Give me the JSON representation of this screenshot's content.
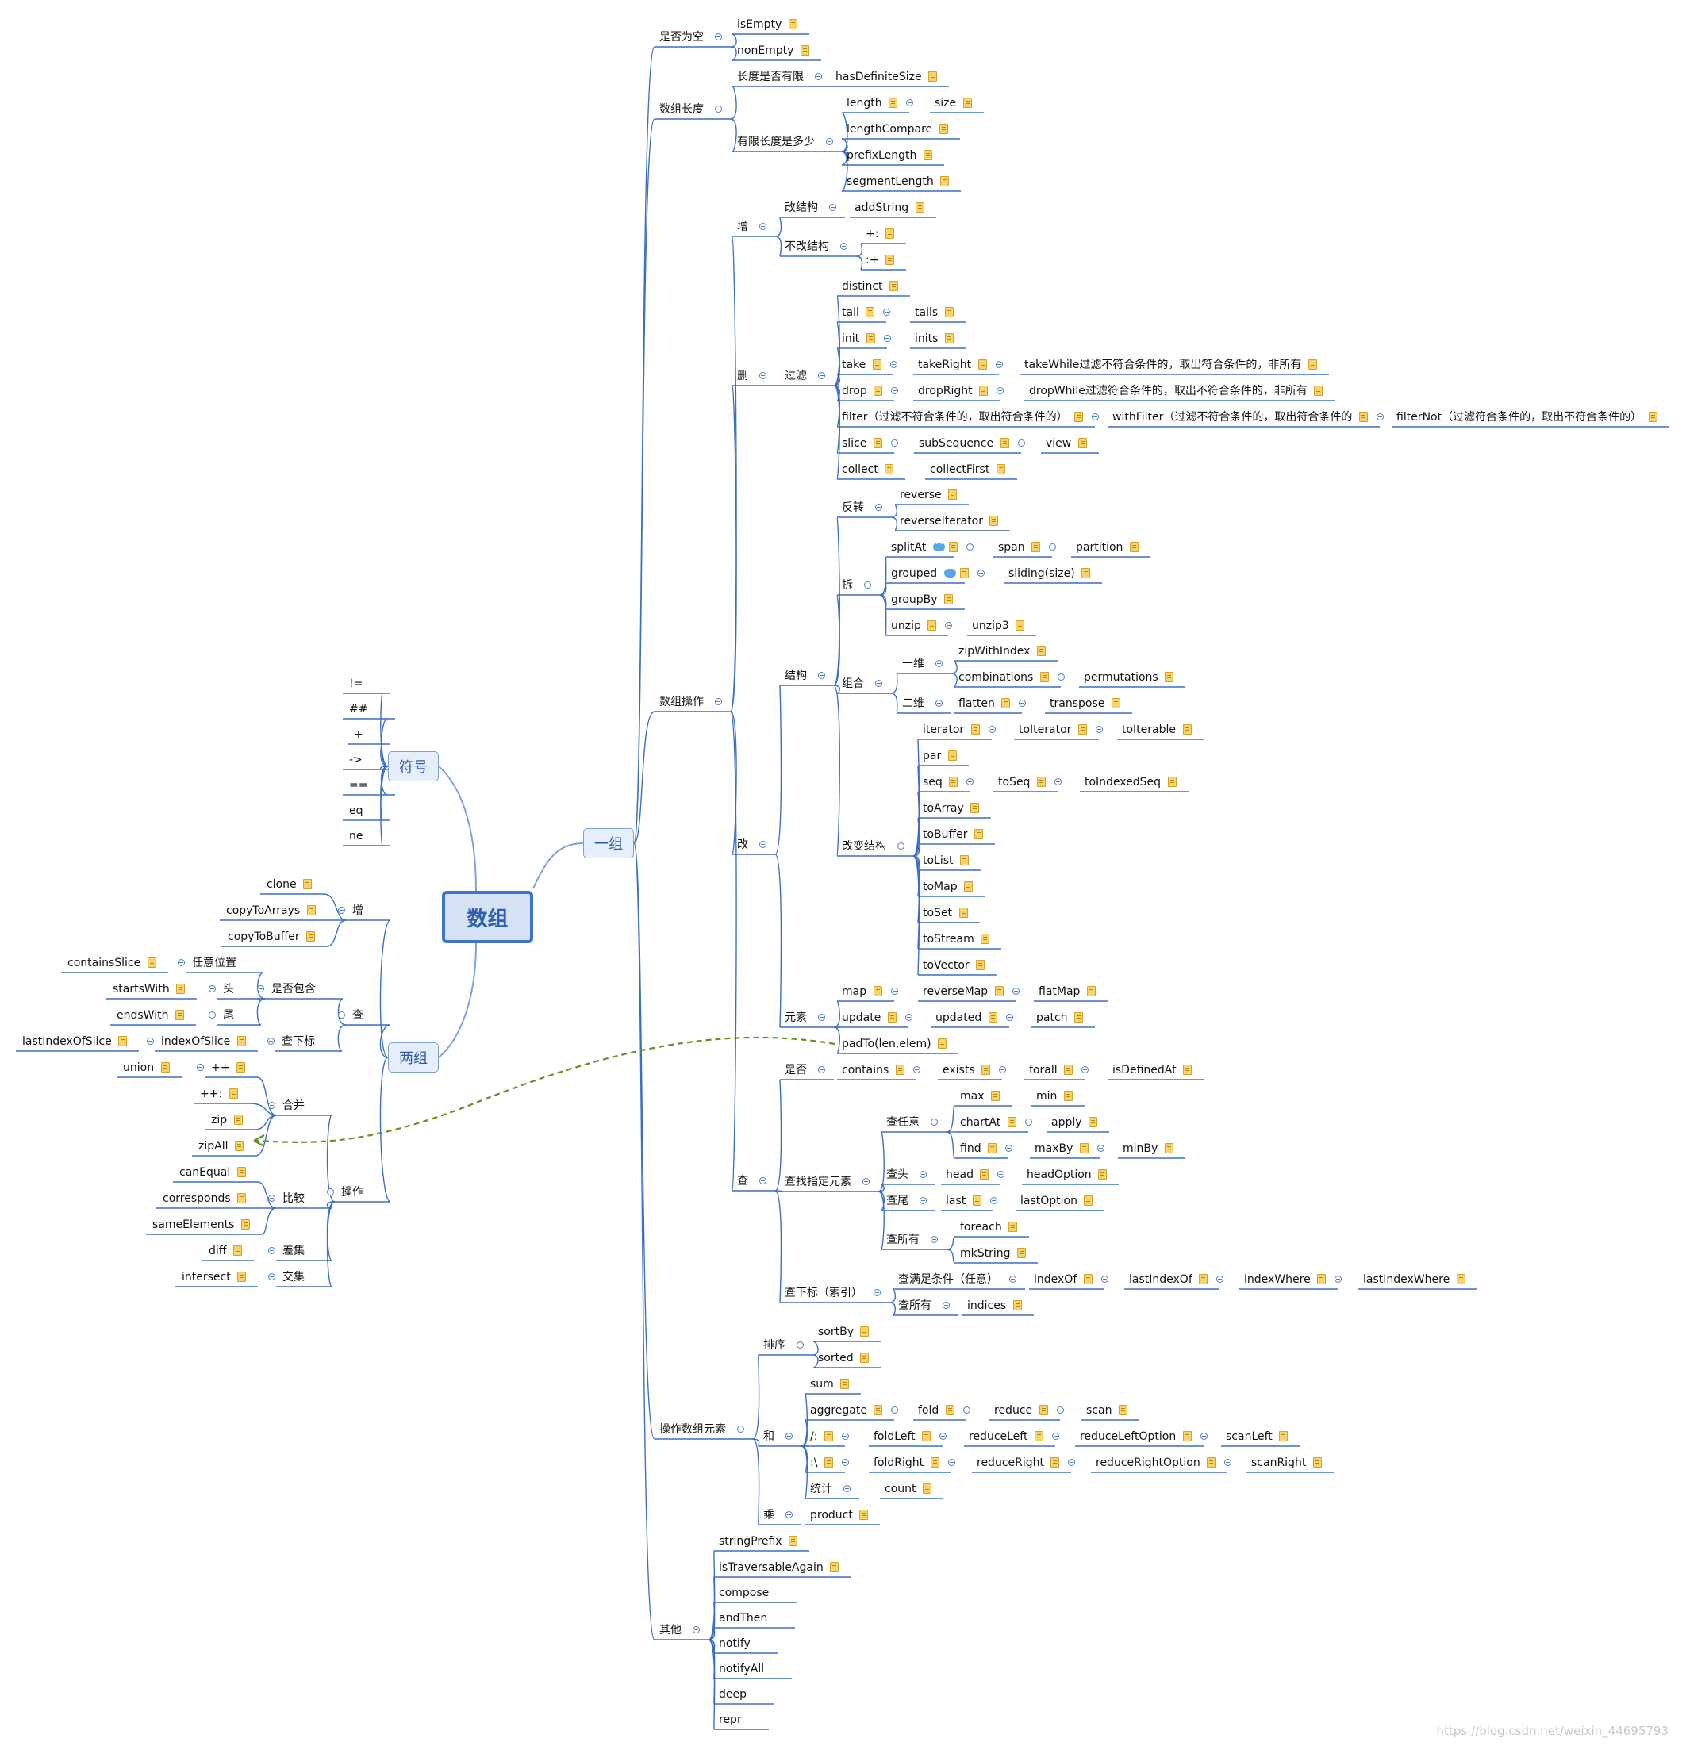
{
  "root": "数组",
  "group_one": "一组",
  "symbols": "符号",
  "group_two": "两组",
  "watermark": "https://blog.csdn.net/weixin_44695793",
  "n": {
    "isEmpty": "isEmpty",
    "nonEmpty": "nonEmpty",
    "isEmptyQ": "是否为空",
    "len": "数组长度",
    "lenFinite": "长度是否有限",
    "hasDefiniteSize": "hasDefiniteSize",
    "finiteLen": "有限长度是多少",
    "length": "length",
    "size": "size",
    "lengthCompare": "lengthCompare",
    "prefixLength": "prefixLength",
    "segmentLength": "segmentLength",
    "ops": "数组操作",
    "add": "增",
    "chgStruct": "改结构",
    "addString": "addString",
    "noChgStruct": "不改结构",
    "prepend": "+:",
    "append": ":+",
    "del": "删",
    "filterG": "过滤",
    "distinct": "distinct",
    "tail": "tail",
    "tails": "tails",
    "init": "init",
    "inits": "inits",
    "take": "take",
    "takeRight": "takeRight",
    "takeWhile": "takeWhile过滤不符合条件的，取出符合条件的，非所有",
    "drop": "drop",
    "dropRight": "dropRight",
    "dropWhile": "dropWhile过滤符合条件的，取出不符合条件的，非所有",
    "filter": "filter（过滤不符合条件的，取出符合条件的）",
    "withFilter": "withFilter（过滤不符合条件的，取出符合条件的",
    "filterNot": "filterNot（过滤符合条件的，取出不符合条件的）",
    "slice": "slice",
    "subSequence": "subSequence",
    "view": "view",
    "collect": "collect",
    "collectFirst": "collectFirst",
    "mod": "改",
    "structure": "结构",
    "reverseG": "反转",
    "reverse": "reverse",
    "reverseIterator": "reverseIterator",
    "split": "拆",
    "splitAt": "splitAt",
    "span": "span",
    "partition": "partition",
    "grouped": "grouped",
    "sliding": "sliding(size)",
    "groupBy": "groupBy",
    "unzip": "unzip",
    "unzip3": "unzip3",
    "combine": "组合",
    "oneD": "一维",
    "zipWithIndex": "zipWithIndex",
    "combinations": "combinations",
    "permutations": "permutations",
    "twoD": "二维",
    "flatten": "flatten",
    "transpose": "transpose",
    "changeStruct": "改变结构",
    "iterator": "iterator",
    "toIterator": "toIterator",
    "toIterable": "toIterable",
    "par": "par",
    "seq": "seq",
    "toSeq": "toSeq",
    "toIndexedSeq": "toIndexedSeq",
    "toArray": "toArray",
    "toBuffer": "toBuffer",
    "toList": "toList",
    "toMap": "toMap",
    "toSet": "toSet",
    "toStream": "toStream",
    "toVector": "toVector",
    "element": "元素",
    "map": "map",
    "reverseMap": "reverseMap",
    "flatMap": "flatMap",
    "update": "update",
    "updated": "updated",
    "patch": "patch",
    "padTo": "padTo(len,elem)",
    "query": "查",
    "whether": "是否",
    "contains": "contains",
    "exists": "exists",
    "forall": "forall",
    "isDefinedAt": "isDefinedAt",
    "findElem": "查找指定元素",
    "anyQ": "查任意",
    "max": "max",
    "min": "min",
    "chartAt": "chartAt",
    "apply": "apply",
    "find": "find",
    "maxBy": "maxBy",
    "minBy": "minBy",
    "headQ": "查头",
    "head": "head",
    "headOption": "headOption",
    "tailQ": "查尾",
    "last": "last",
    "lastOption": "lastOption",
    "allQ": "查所有",
    "foreach": "foreach",
    "mkString": "mkString",
    "indexQ": "查下标（索引）",
    "condQ": "查满足条件（任意）",
    "indexOf": "indexOf",
    "lastIndexOf": "lastIndexOf",
    "indexWhere": "indexWhere",
    "lastIndexWhere": "lastIndexWhere",
    "allIdx": "查所有",
    "indices": "indices",
    "elemOps": "操作数组元素",
    "sortG": "排序",
    "sortBy": "sortBy",
    "sorted": "sorted",
    "sumG": "和",
    "sum": "sum",
    "aggregate": "aggregate",
    "fold": "fold",
    "reduce": "reduce",
    "scan": "scan",
    "foldL": "/:",
    "foldLeft": "foldLeft",
    "reduceLeft": "reduceLeft",
    "reduceLeftOption": "reduceLeftOption",
    "scanLeft": "scanLeft",
    "foldR": ":\\",
    "foldRight": "foldRight",
    "reduceRight": "reduceRight",
    "reduceRightOption": "reduceRightOption",
    "scanRight": "scanRight",
    "stat": "统计",
    "count": "count",
    "mul": "乘",
    "product": "product",
    "other": "其他",
    "stringPrefix": "stringPrefix",
    "isTraversableAgain": "isTraversableAgain",
    "compose": "compose",
    "andThen": "andThen",
    "notify": "notify",
    "notifyAll": "notifyAll",
    "deep": "deep",
    "repr": "repr",
    "ne": "!=",
    "hh": "##",
    "plus": "+",
    "arrow": "->",
    "eq2": "==",
    "eq": "eq",
    "neq": "ne",
    "add2": "增",
    "clone": "clone",
    "copyToArrays": "copyToArrays",
    "copyToBuffer": "copyToBuffer",
    "query2": "查",
    "containsQ": "是否包含",
    "anyPos": "任意位置",
    "containsSlice": "containsSlice",
    "headPos": "头",
    "startsWith": "startsWith",
    "tailPos": "尾",
    "endsWith": "endsWith",
    "idxPos": "查下标",
    "indexOfSlice": "indexOfSlice",
    "lastIndexOfSlice": "lastIndexOfSlice",
    "ops2": "操作",
    "merge": "合并",
    "pp": "++",
    "union": "union",
    "ppc": "++:",
    "zip": "zip",
    "zipAll": "zipAll",
    "compare": "比较",
    "canEqual": "canEqual",
    "corresponds": "corresponds",
    "sameElements": "sameElements",
    "diffG": "差集",
    "diff": "diff",
    "interG": "交集",
    "intersect": "intersect"
  }
}
